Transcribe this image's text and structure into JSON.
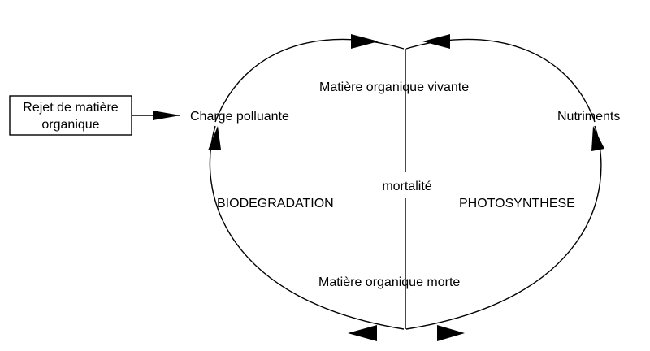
{
  "diagram": {
    "source_box": {
      "line1": "Rejet de matière",
      "line2": "organique"
    },
    "labels": {
      "charge_polluante": "Charge polluante",
      "matiere_vivante": "Matière organique vivante",
      "nutriments": "Nutriments",
      "mortalite": "mortalité",
      "biodegradation": "BIODEGRADATION",
      "photosynthese": "PHOTOSYNTHESE",
      "matiere_morte": "Matière organique morte"
    },
    "colors": {
      "ink": "#000000",
      "background": "#ffffff"
    }
  }
}
